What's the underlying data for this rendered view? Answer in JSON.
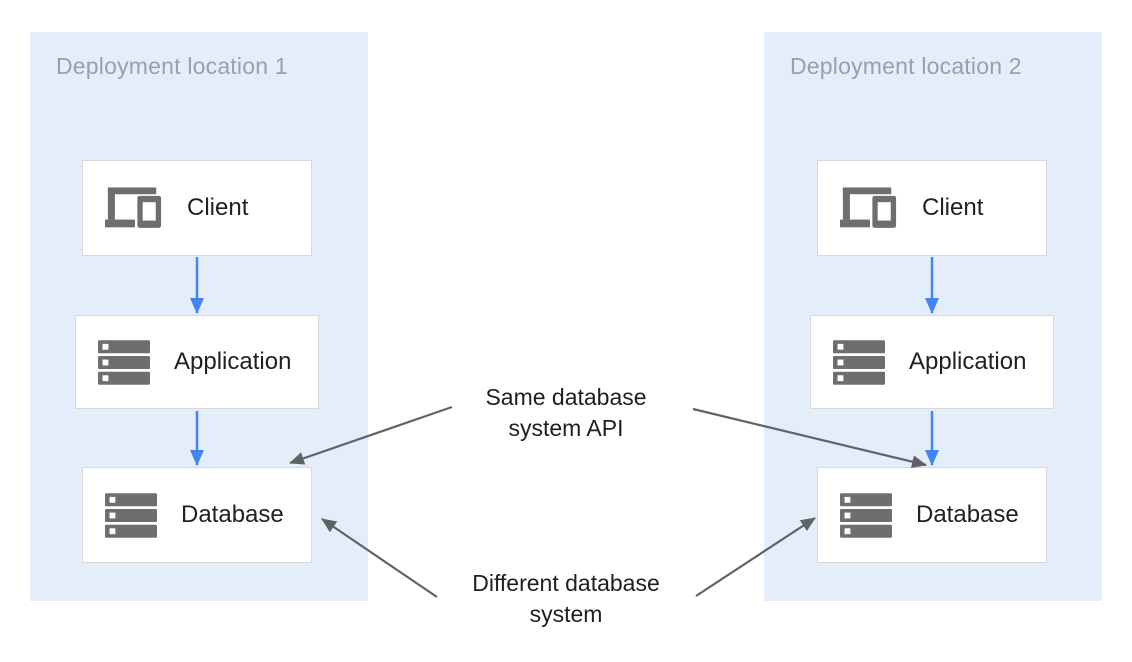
{
  "diagram": {
    "panels": [
      {
        "title": "Deployment location 1",
        "nodes": [
          {
            "icon": "devices-icon",
            "label": "Client"
          },
          {
            "icon": "storage-icon",
            "label": "Application"
          },
          {
            "icon": "storage-icon",
            "label": "Database"
          }
        ]
      },
      {
        "title": "Deployment location 2",
        "nodes": [
          {
            "icon": "devices-icon",
            "label": "Client"
          },
          {
            "icon": "storage-icon",
            "label": "Application"
          },
          {
            "icon": "storage-icon",
            "label": "Database"
          }
        ]
      }
    ],
    "flow": [
      "Client -> Application",
      "Application -> Database"
    ],
    "annotations": [
      {
        "id": "same-api",
        "text": "Same database\nsystem API",
        "points_to": [
          "Database (location 1)",
          "Database (location 2)"
        ]
      },
      {
        "id": "different",
        "text": "Different database\nsystem",
        "points_to": [
          "Database (location 1)",
          "Database (location 2)"
        ]
      }
    ],
    "colors": {
      "panel_bg": "#e4eefa",
      "box_bg": "#ffffff",
      "box_border": "#d6d8da",
      "icon_gray": "#6e6e6e",
      "label_text": "#212121",
      "panel_title_gray": "#9aa0a6",
      "flow_arrow_blue": "#4285f4",
      "annotation_arrow_gray": "#5f6368",
      "annotation_text": "#1f1f1f"
    }
  }
}
